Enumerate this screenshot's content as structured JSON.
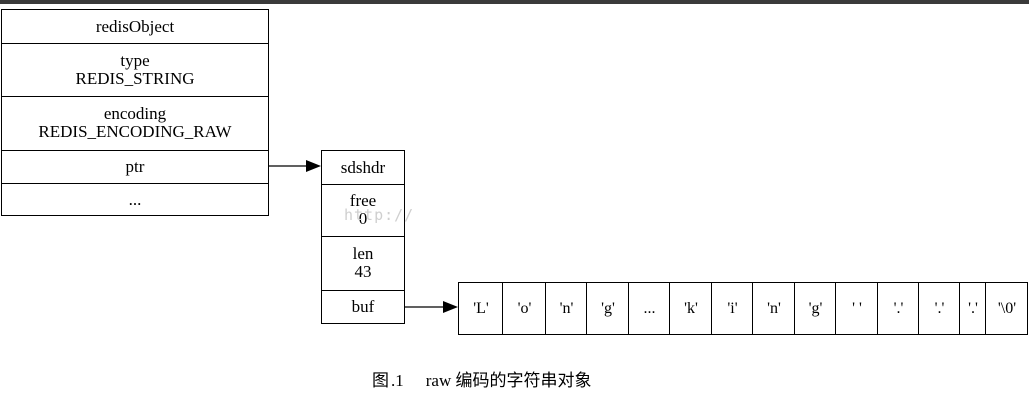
{
  "redis_object": {
    "title": "redisObject",
    "type_label": "type",
    "type_value": "REDIS_STRING",
    "encoding_label": "encoding",
    "encoding_value": "REDIS_ENCODING_RAW",
    "ptr_label": "ptr",
    "more_label": "..."
  },
  "sdshdr": {
    "title": "sdshdr",
    "free_label": "free",
    "free_value": "0",
    "len_label": "len",
    "len_value": "43",
    "buf_label": "buf"
  },
  "buffer": {
    "chars": [
      "'L'",
      "'o'",
      "'n'",
      "'g'",
      "...",
      "'k'",
      "'i'",
      "'n'",
      "'g'",
      "' '",
      "'.'",
      "'.'",
      "'.'",
      "'\\0'"
    ]
  },
  "caption": {
    "figure_label": "图",
    "figure_number": ".1",
    "text": "raw 编码的字符串对象"
  },
  "watermark": {
    "text": "http://"
  }
}
